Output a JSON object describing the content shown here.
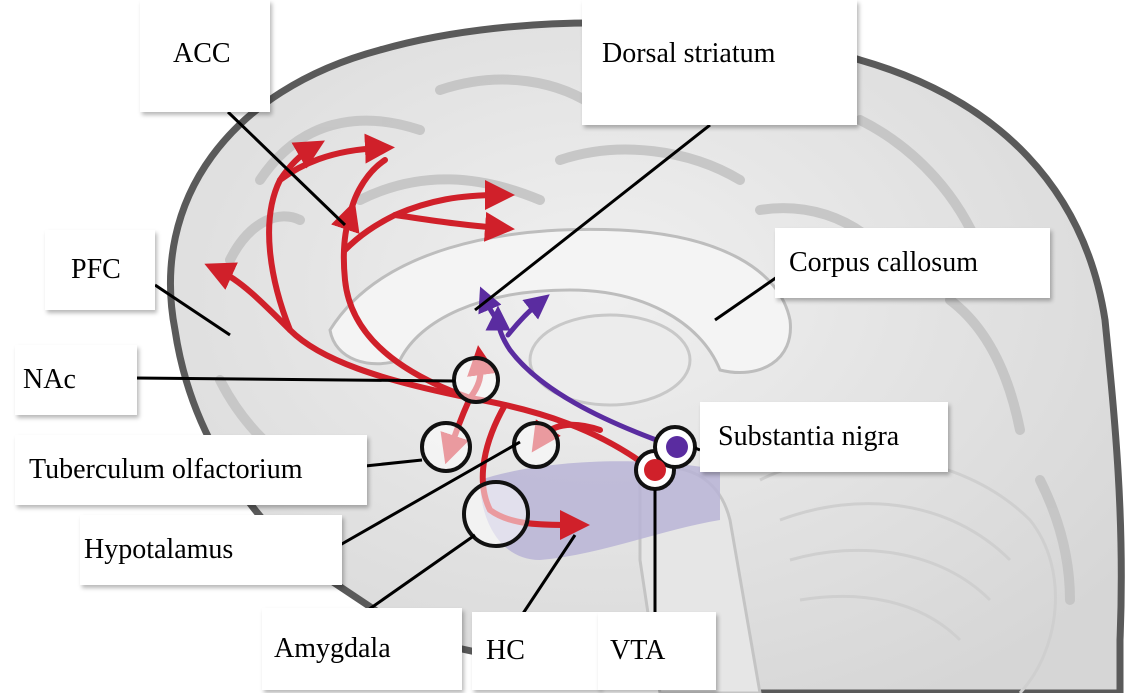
{
  "labels": {
    "acc": "ACC",
    "dorsal_striatum": "Dorsal striatum",
    "pfc": "PFC",
    "corpus_callosum": "Corpus callosum",
    "nac": "NAc",
    "substantia_nigra": "Substantia nigra",
    "tuberculum_olfactorium": "Tuberculum olfactorium",
    "hypotalamus": "Hypotalamus",
    "amygdala": "Amygdala",
    "hc": "HC",
    "vta": "VTA"
  },
  "colors": {
    "mesolimbic_pathway": "#d0202a",
    "nigrostriatal_pathway": "#5a2ca0",
    "limbic_shading": "#b8b4d6",
    "brain_tissue": "#e4e4e4",
    "brain_outline": "#555555"
  }
}
